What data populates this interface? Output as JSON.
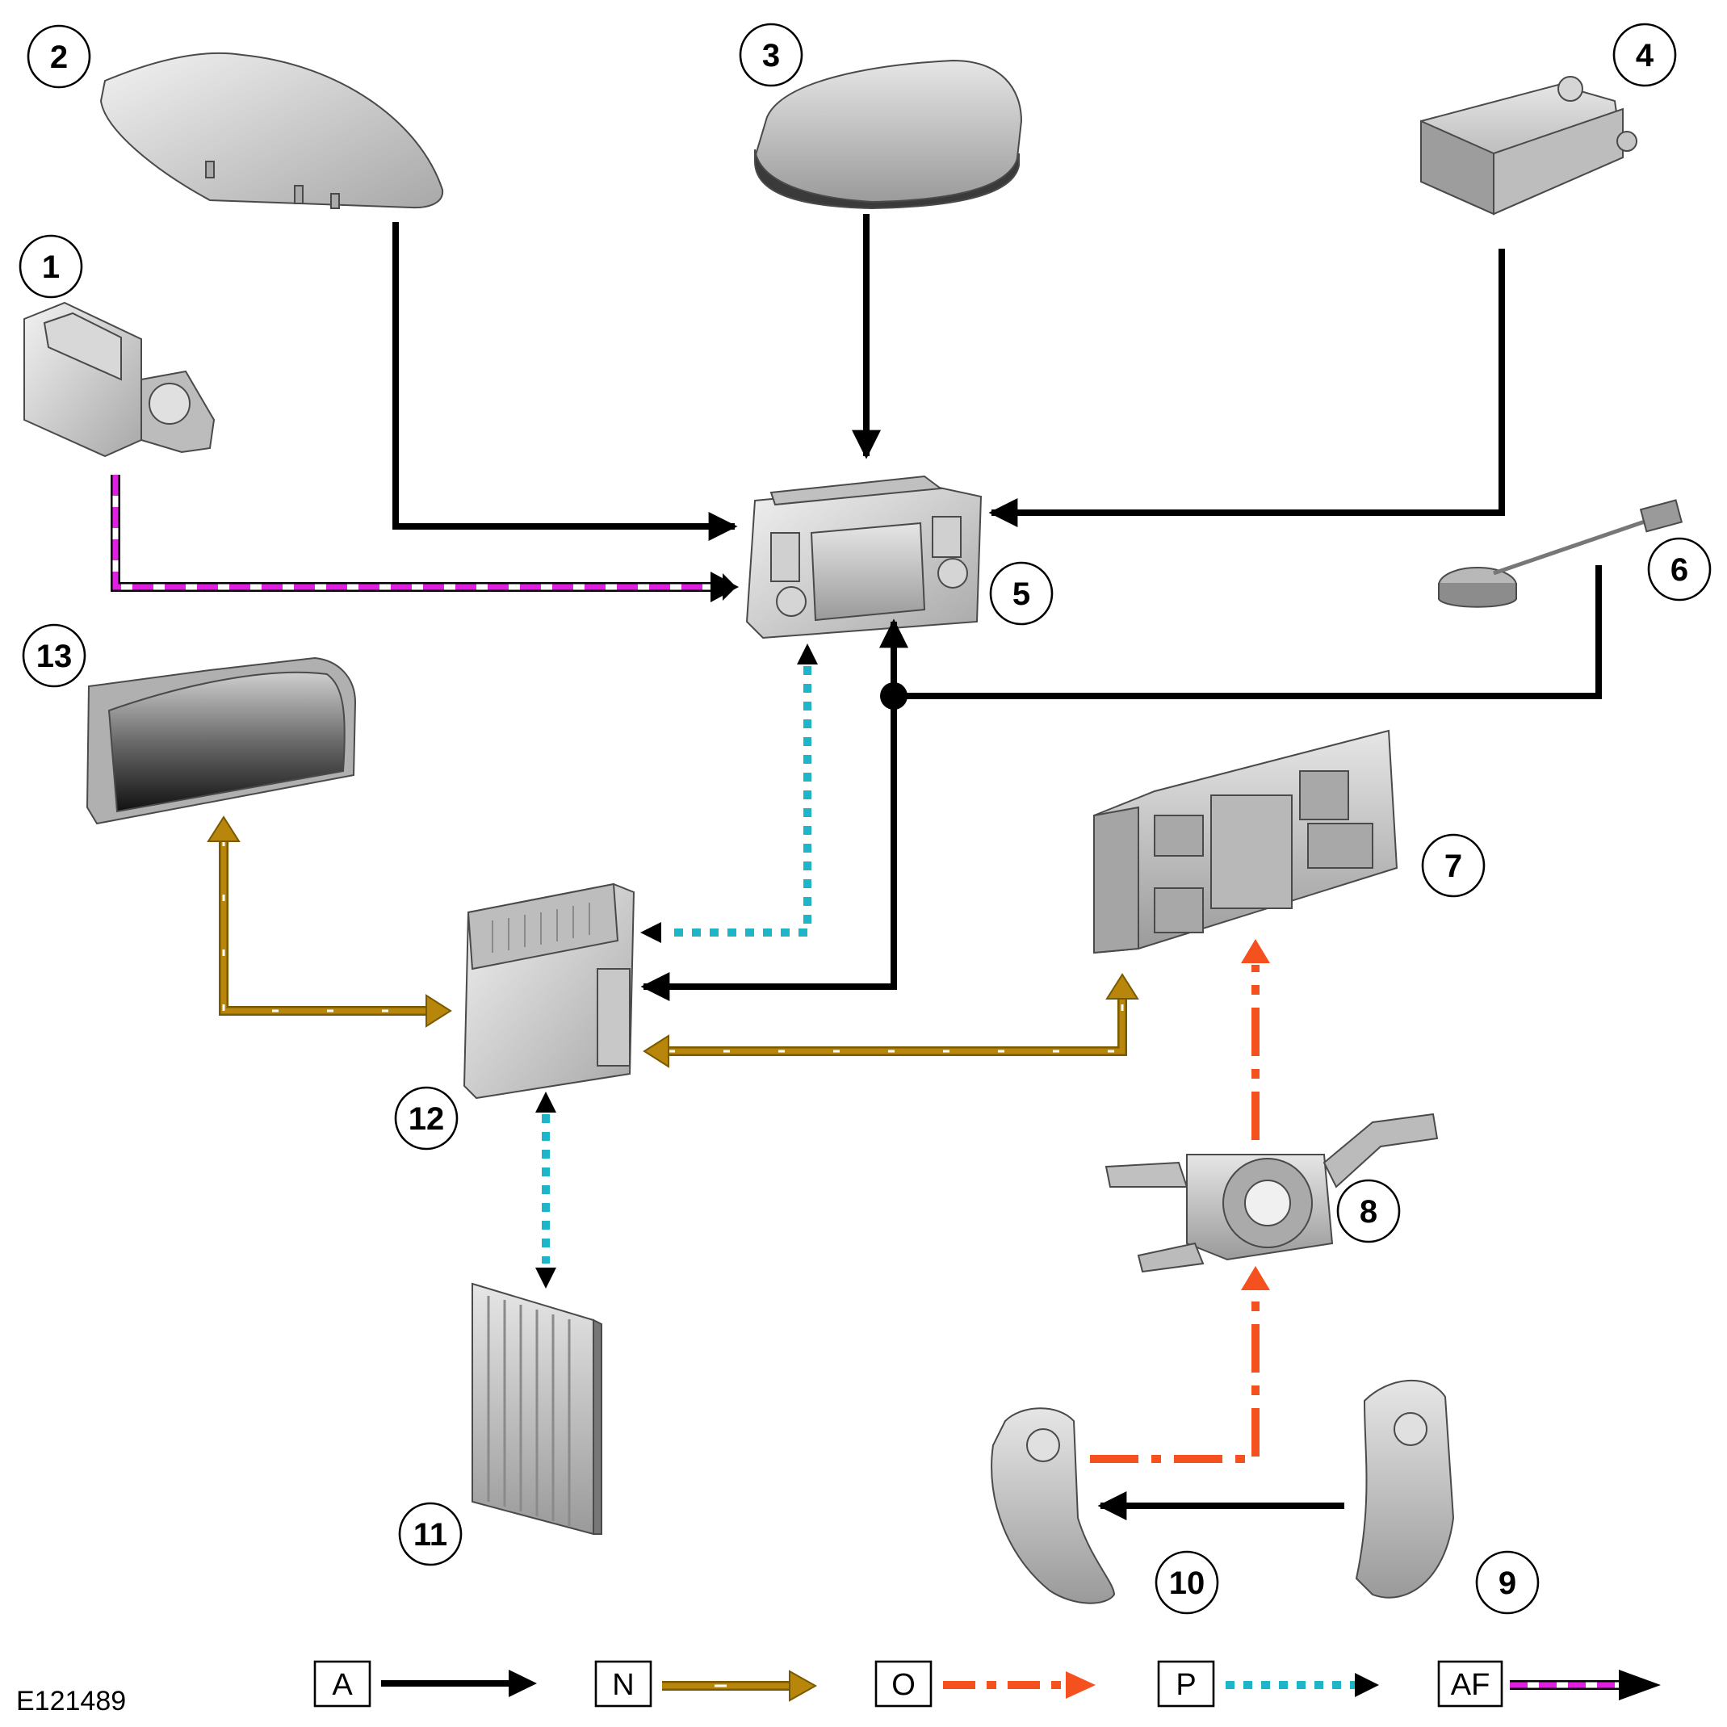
{
  "figure_id": "E121489",
  "callouts": {
    "c1": "1",
    "c2": "2",
    "c3": "3",
    "c4": "4",
    "c5": "5",
    "c6": "6",
    "c7": "7",
    "c8": "8",
    "c9": "9",
    "c10": "10",
    "c11": "11",
    "c12": "12",
    "c13": "13"
  },
  "legend": [
    {
      "key": "A",
      "line_color": "#000000"
    },
    {
      "key": "N",
      "line_color": "#b8860b"
    },
    {
      "key": "O",
      "line_color": "#f4511e"
    },
    {
      "key": "P",
      "line_color": "#1fb5c8"
    },
    {
      "key": "AF",
      "line_color": "#e020e0"
    }
  ],
  "colors": {
    "line_A": "#000000",
    "line_N": "#b8860b",
    "line_O": "#f4511e",
    "line_P": "#1fb5c8",
    "line_AF": "#e020e0",
    "component_fill": "#c8c8c8"
  }
}
